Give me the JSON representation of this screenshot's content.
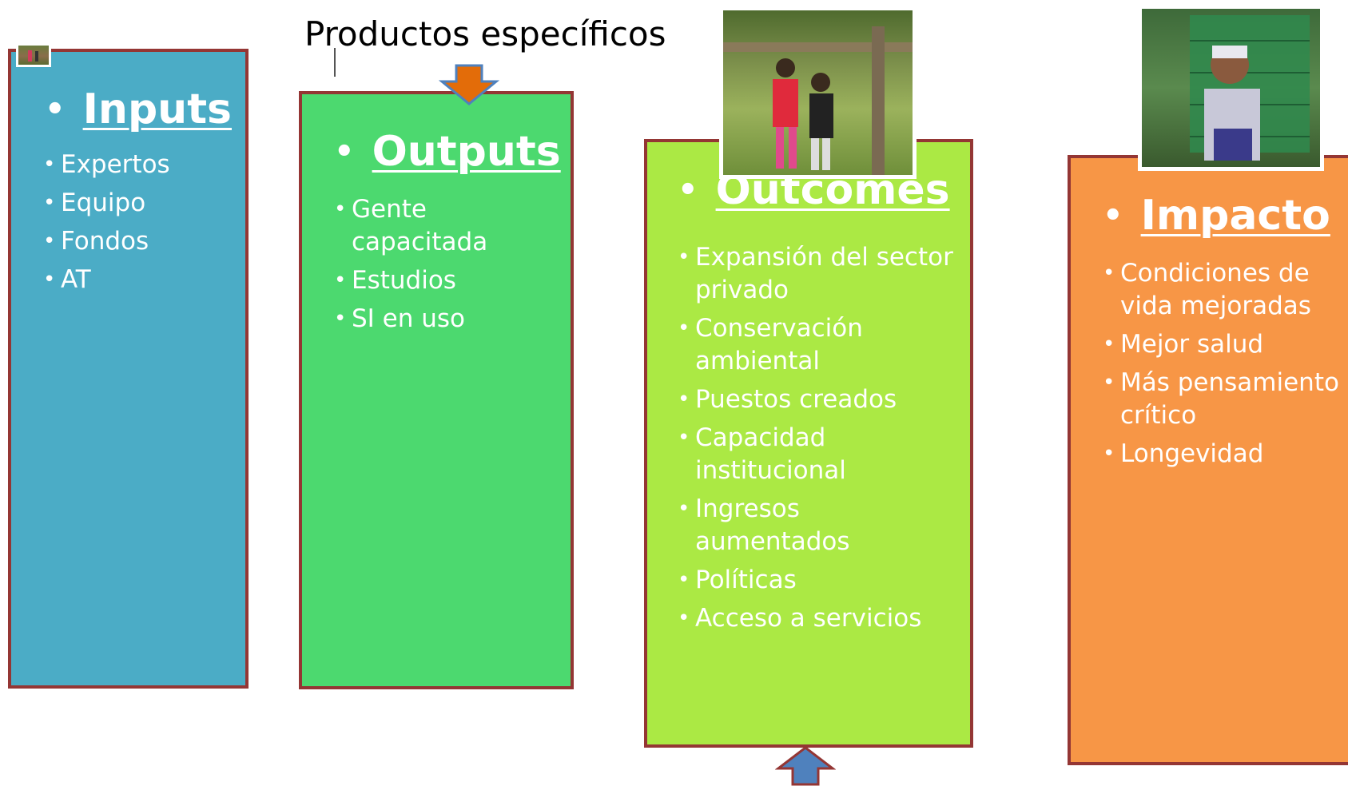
{
  "top_label": "Productos específicos",
  "colors": {
    "inputs": "#4bacc6",
    "outputs": "#4cd96f",
    "outcomes": "#abe944",
    "impacto": "#f79646",
    "border": "#943634",
    "arrow_orange": "#e36c09",
    "arrow_blue": "#4f81bd"
  },
  "columns": [
    {
      "title": "Inputs",
      "items": [
        "Expertos",
        "Equipo",
        "Fondos",
        "AT"
      ]
    },
    {
      "title": "Outputs",
      "items": [
        "Gente capacitada",
        "Estudios",
        "SI en uso"
      ]
    },
    {
      "title": "Outcomes",
      "items": [
        "Expansión del sector privado",
        "Conservación ambiental",
        "Puestos  creados",
        "Capacidad institucional",
        "Ingresos aumentados",
        "Políticas",
        "Acceso a servicios"
      ]
    },
    {
      "title": "Impacto",
      "items": [
        "Condiciones de vida mejoradas",
        "Mejor salud",
        "Más pensamiento crítico",
        "Longevidad"
      ]
    }
  ],
  "icons": {
    "down_arrow": "down-arrow-icon",
    "up_arrow": "up-arrow-icon"
  }
}
